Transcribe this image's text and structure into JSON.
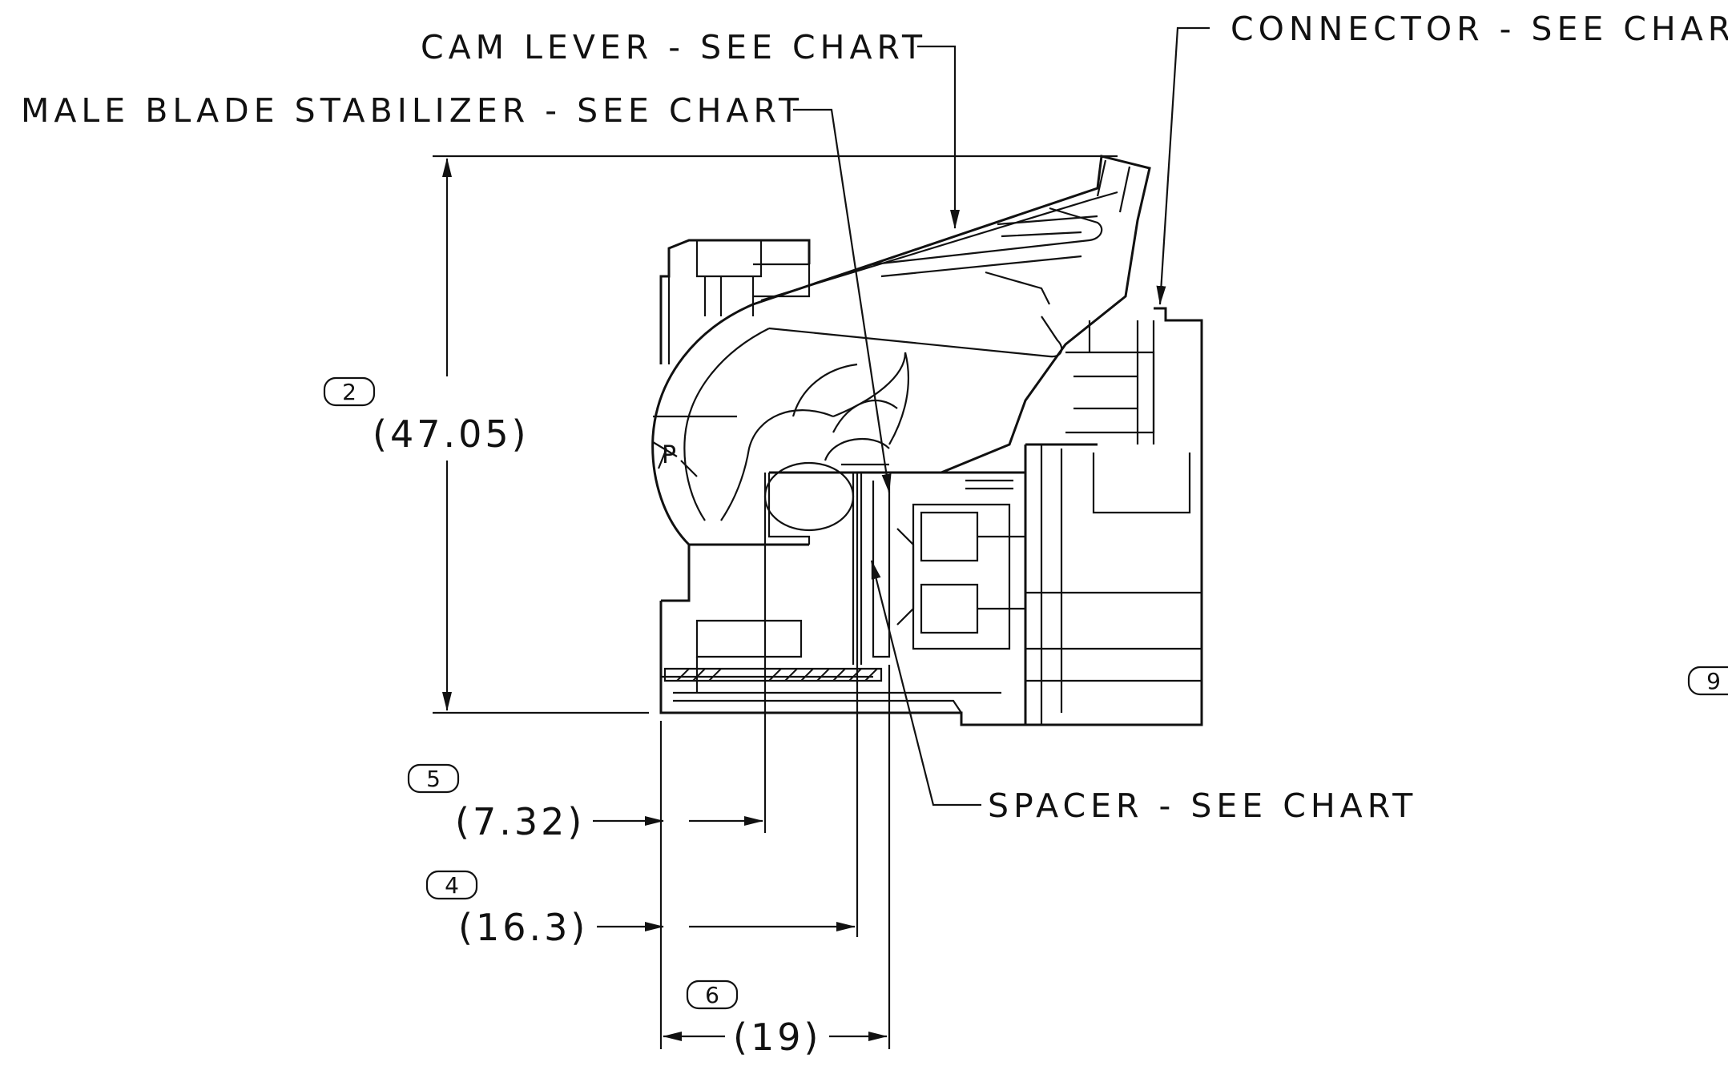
{
  "callouts": {
    "cam_lever": "CAM LEVER - SEE CHART",
    "male_blade_stabilizer": "MALE BLADE STABILIZER - SEE CHART",
    "connector": "CONNECTOR - SEE CHART",
    "spacer": "SPACER - SEE CHART"
  },
  "dimensions": {
    "height": {
      "balloon": "2",
      "value": "(47.05)"
    },
    "d5": {
      "balloon": "5",
      "value": "(7.32)"
    },
    "d4": {
      "balloon": "4",
      "value": "(16.3)"
    },
    "d6": {
      "balloon": "6",
      "value": "(19)"
    },
    "edge_balloon": "9"
  }
}
